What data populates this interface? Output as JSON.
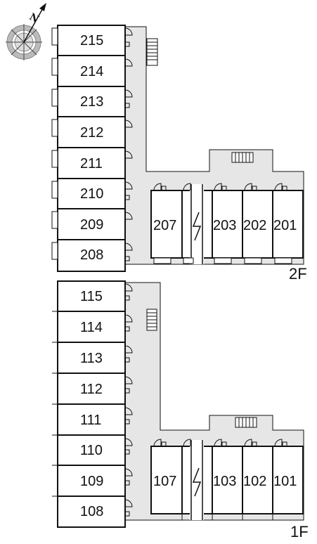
{
  "compass": {
    "north_label": "N",
    "icon": "compass-north-arrow-icon"
  },
  "floors": [
    {
      "id": "2F",
      "label": "2F",
      "left_wing_units": [
        "215",
        "214",
        "213",
        "212",
        "211",
        "210",
        "209",
        "208"
      ],
      "right_wing_units": [
        "207",
        "203",
        "202",
        "201"
      ]
    },
    {
      "id": "1F",
      "label": "1F",
      "left_wing_units": [
        "115",
        "114",
        "113",
        "112",
        "111",
        "110",
        "109",
        "108"
      ],
      "right_wing_units": [
        "107",
        "103",
        "102",
        "101"
      ]
    }
  ],
  "colors": {
    "corridor": "#e6e6e6",
    "wall": "#111111",
    "unit_fill": "#ffffff"
  }
}
